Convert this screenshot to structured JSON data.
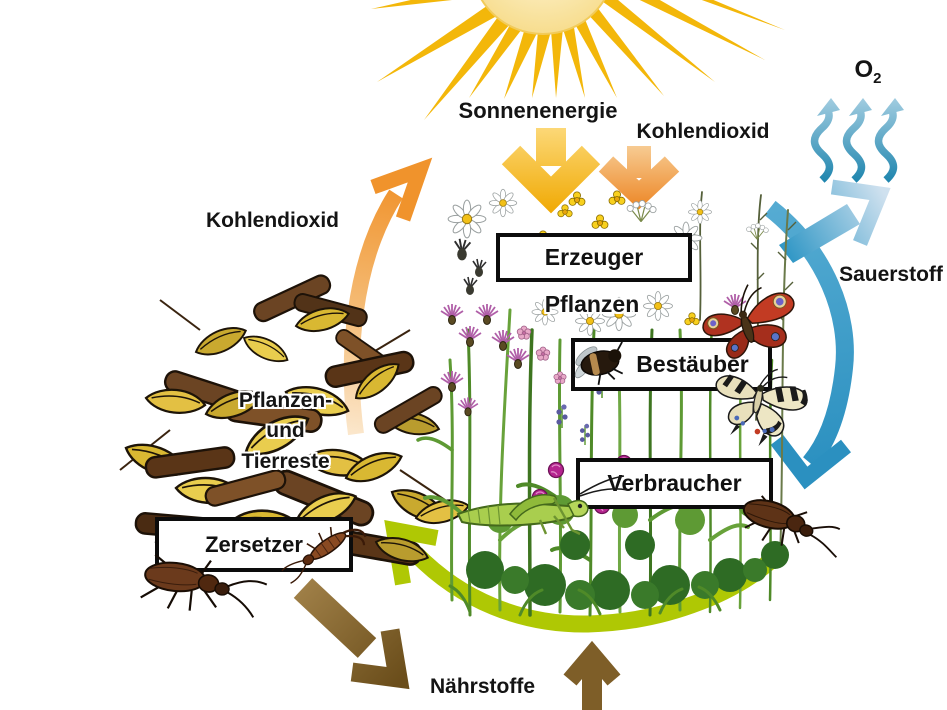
{
  "diagram": {
    "labels": {
      "sonnenenergie": "Sonnenenergie",
      "kohlendioxid_top": "Kohlendioxid",
      "kohlendioxid_left": "Kohlendioxid",
      "o2_main": "O",
      "o2_sub": "2",
      "sauerstoff": "Sauerstoff",
      "pflanzen": "Pflanzen",
      "reste": "Pflanzen-\nund\nTierreste",
      "naehrstoffe": "Nährstoffe"
    },
    "boxes": {
      "erzeuger": "Erzeuger",
      "bestaeuber": "Bestäuber",
      "verbraucher": "Verbraucher",
      "zersetzer": "Zersetzer"
    },
    "colors": {
      "sun_ray": "#F3B70A",
      "arrow_yellow": "#F2AE00",
      "arrow_orange": "#EE8F33",
      "oxygen_teal": "#1F87B0",
      "arrow_blue": "#2E96C5",
      "arrow_lime": "#AFC804",
      "arrow_brown": "#7E5E28",
      "box_border": "#0C0C0C"
    }
  }
}
